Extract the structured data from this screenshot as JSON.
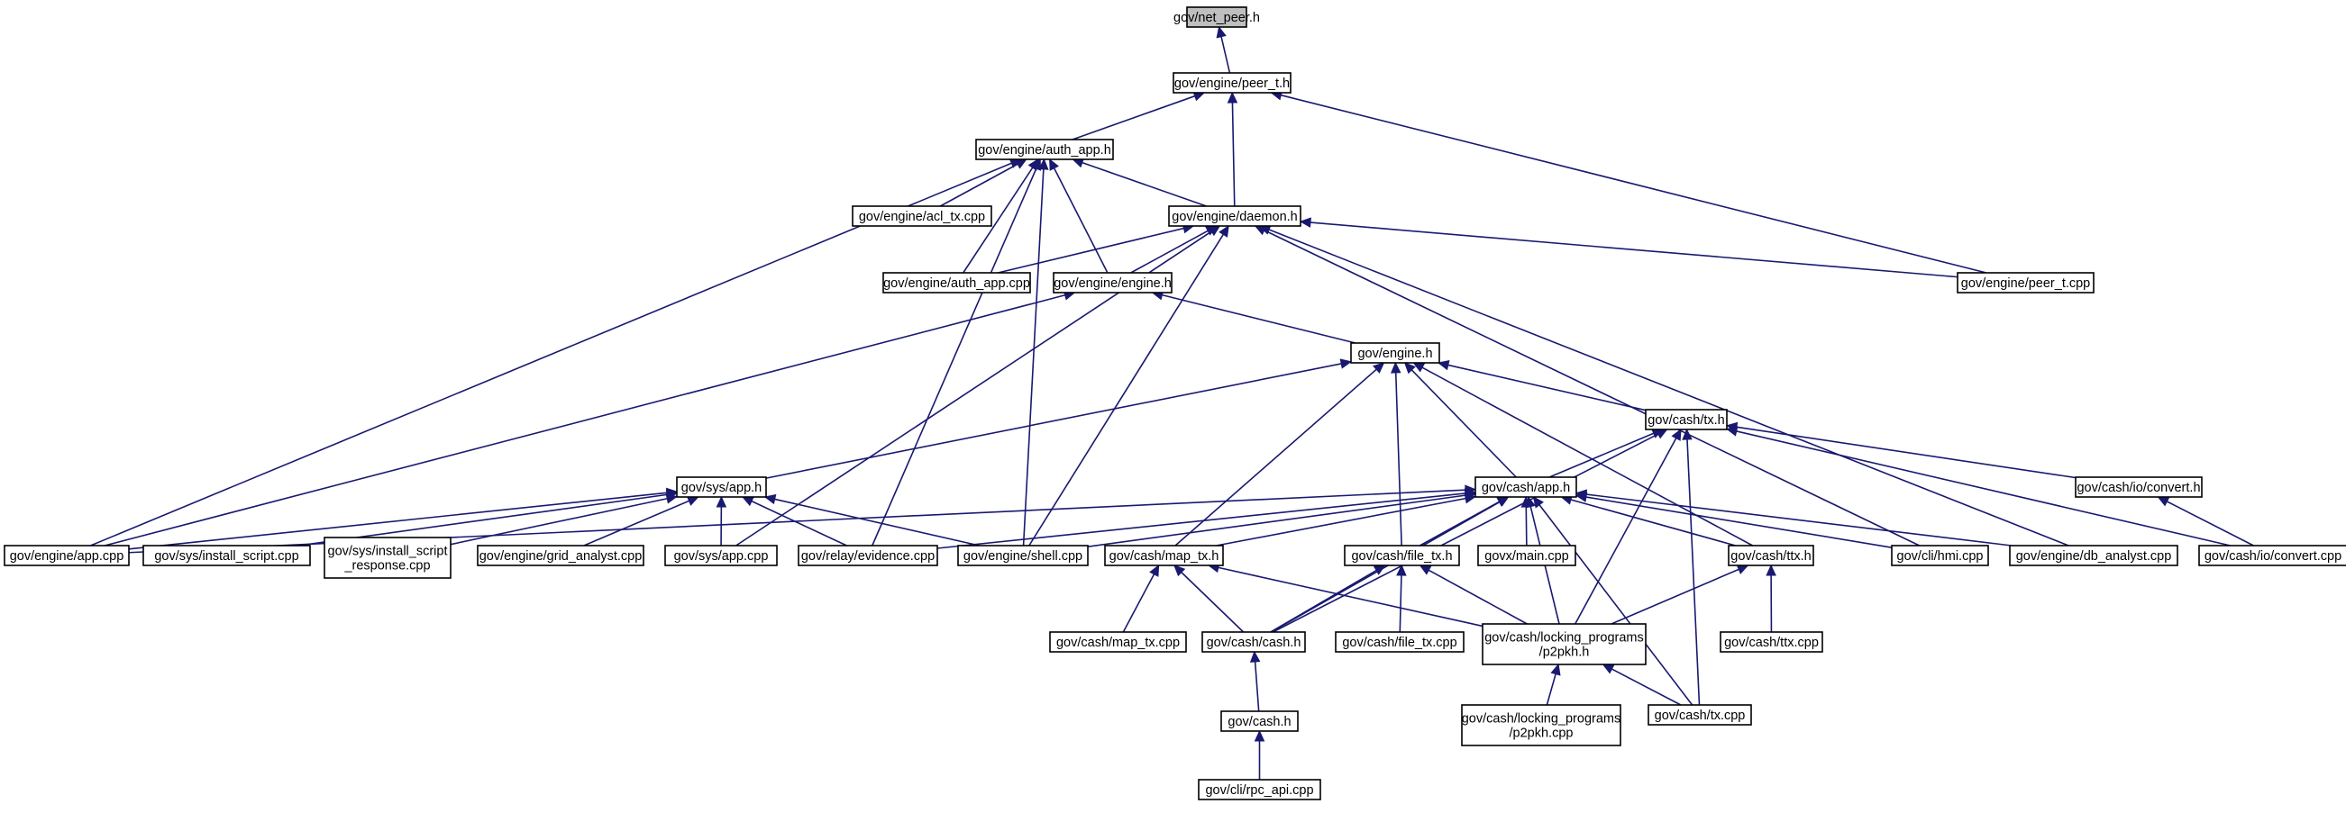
{
  "diagram": {
    "type": "include-dependency-graph",
    "colors": {
      "edge": "#191970",
      "root_fill": "#bfbfbf",
      "node_fill": "#ffffff",
      "node_border": "#000000"
    },
    "nodes": [
      {
        "id": "net_peer_h",
        "label": [
          "gov/net_peer.h"
        ],
        "root": true
      },
      {
        "id": "peer_t_h",
        "label": [
          "gov/engine/peer_t.h"
        ]
      },
      {
        "id": "auth_app_h",
        "label": [
          "gov/engine/auth_app.h"
        ]
      },
      {
        "id": "acl_tx_cpp",
        "label": [
          "gov/engine/acl_tx.cpp"
        ]
      },
      {
        "id": "daemon_h",
        "label": [
          "gov/engine/daemon.h"
        ]
      },
      {
        "id": "auth_app_cpp",
        "label": [
          "gov/engine/auth_app.cpp"
        ]
      },
      {
        "id": "engine_engine_h",
        "label": [
          "gov/engine/engine.h"
        ]
      },
      {
        "id": "peer_t_cpp",
        "label": [
          "gov/engine/peer_t.cpp"
        ]
      },
      {
        "id": "engine_h",
        "label": [
          "gov/engine.h"
        ]
      },
      {
        "id": "cash_tx_h",
        "label": [
          "gov/cash/tx.h"
        ]
      },
      {
        "id": "sys_app_h",
        "label": [
          "gov/sys/app.h"
        ]
      },
      {
        "id": "cash_app_h",
        "label": [
          "gov/cash/app.h"
        ]
      },
      {
        "id": "io_convert_h",
        "label": [
          "gov/cash/io/convert.h"
        ]
      },
      {
        "id": "engine_app_cpp",
        "label": [
          "gov/engine/app.cpp"
        ]
      },
      {
        "id": "install_script_cpp",
        "label": [
          "gov/sys/install_script.cpp"
        ]
      },
      {
        "id": "install_script_response_cpp",
        "label": [
          "gov/sys/install_script",
          "_response.cpp"
        ]
      },
      {
        "id": "grid_analyst_cpp",
        "label": [
          "gov/engine/grid_analyst.cpp"
        ]
      },
      {
        "id": "sys_app_cpp",
        "label": [
          "gov/sys/app.cpp"
        ]
      },
      {
        "id": "evidence_cpp",
        "label": [
          "gov/relay/evidence.cpp"
        ]
      },
      {
        "id": "shell_cpp",
        "label": [
          "gov/engine/shell.cpp"
        ]
      },
      {
        "id": "map_tx_h",
        "label": [
          "gov/cash/map_tx.h"
        ]
      },
      {
        "id": "file_tx_h",
        "label": [
          "gov/cash/file_tx.h"
        ]
      },
      {
        "id": "govx_main_cpp",
        "label": [
          "govx/main.cpp"
        ]
      },
      {
        "id": "ttx_h",
        "label": [
          "gov/cash/ttx.h"
        ]
      },
      {
        "id": "hmi_cpp",
        "label": [
          "gov/cli/hmi.cpp"
        ]
      },
      {
        "id": "db_analyst_cpp",
        "label": [
          "gov/engine/db_analyst.cpp"
        ]
      },
      {
        "id": "io_convert_cpp",
        "label": [
          "gov/cash/io/convert.cpp"
        ]
      },
      {
        "id": "map_tx_cpp",
        "label": [
          "gov/cash/map_tx.cpp"
        ]
      },
      {
        "id": "cash_cash_h",
        "label": [
          "gov/cash/cash.h"
        ]
      },
      {
        "id": "file_tx_cpp",
        "label": [
          "gov/cash/file_tx.cpp"
        ]
      },
      {
        "id": "p2pkh_h",
        "label": [
          "gov/cash/locking_programs",
          "/p2pkh.h"
        ]
      },
      {
        "id": "ttx_cpp",
        "label": [
          "gov/cash/ttx.cpp"
        ]
      },
      {
        "id": "cash_h",
        "label": [
          "gov/cash.h"
        ]
      },
      {
        "id": "p2pkh_cpp",
        "label": [
          "gov/cash/locking_programs",
          "/p2pkh.cpp"
        ]
      },
      {
        "id": "tx_cpp",
        "label": [
          "gov/cash/tx.cpp"
        ]
      },
      {
        "id": "rpc_api_cpp",
        "label": [
          "gov/cli/rpc_api.cpp"
        ]
      }
    ],
    "edges": [
      {
        "from": "peer_t_h",
        "to": "net_peer_h"
      },
      {
        "from": "auth_app_h",
        "to": "peer_t_h"
      },
      {
        "from": "daemon_h",
        "to": "peer_t_h"
      },
      {
        "from": "peer_t_cpp",
        "to": "peer_t_h"
      },
      {
        "from": "acl_tx_cpp",
        "to": "auth_app_h"
      },
      {
        "from": "daemon_h",
        "to": "auth_app_h"
      },
      {
        "from": "auth_app_cpp",
        "to": "auth_app_h"
      },
      {
        "from": "engine_engine_h",
        "to": "auth_app_h"
      },
      {
        "from": "engine_app_cpp",
        "to": "auth_app_h"
      },
      {
        "from": "shell_cpp",
        "to": "auth_app_h"
      },
      {
        "from": "evidence_cpp",
        "to": "auth_app_h"
      },
      {
        "from": "auth_app_cpp",
        "to": "daemon_h"
      },
      {
        "from": "engine_engine_h",
        "to": "daemon_h"
      },
      {
        "from": "peer_t_cpp",
        "to": "daemon_h"
      },
      {
        "from": "sys_app_cpp",
        "to": "daemon_h"
      },
      {
        "from": "shell_cpp",
        "to": "daemon_h"
      },
      {
        "from": "hmi_cpp",
        "to": "daemon_h"
      },
      {
        "from": "db_analyst_cpp",
        "to": "daemon_h"
      },
      {
        "from": "engine_h",
        "to": "engine_engine_h"
      },
      {
        "from": "engine_app_cpp",
        "to": "engine_engine_h"
      },
      {
        "from": "sys_app_h",
        "to": "engine_h"
      },
      {
        "from": "cash_tx_h",
        "to": "engine_h"
      },
      {
        "from": "cash_app_h",
        "to": "engine_h"
      },
      {
        "from": "map_tx_h",
        "to": "engine_h"
      },
      {
        "from": "file_tx_h",
        "to": "engine_h"
      },
      {
        "from": "ttx_h",
        "to": "engine_h"
      },
      {
        "from": "cash_app_h",
        "to": "cash_tx_h"
      },
      {
        "from": "io_convert_h",
        "to": "cash_tx_h"
      },
      {
        "from": "io_convert_cpp",
        "to": "cash_tx_h"
      },
      {
        "from": "p2pkh_h",
        "to": "cash_tx_h"
      },
      {
        "from": "tx_cpp",
        "to": "cash_tx_h"
      },
      {
        "from": "cash_cash_h",
        "to": "cash_tx_h"
      },
      {
        "from": "engine_app_cpp",
        "to": "sys_app_h"
      },
      {
        "from": "install_script_cpp",
        "to": "sys_app_h"
      },
      {
        "from": "install_script_response_cpp",
        "to": "sys_app_h"
      },
      {
        "from": "grid_analyst_cpp",
        "to": "sys_app_h"
      },
      {
        "from": "sys_app_cpp",
        "to": "sys_app_h"
      },
      {
        "from": "evidence_cpp",
        "to": "sys_app_h"
      },
      {
        "from": "shell_cpp",
        "to": "sys_app_h"
      },
      {
        "from": "engine_app_cpp",
        "to": "cash_app_h"
      },
      {
        "from": "evidence_cpp",
        "to": "cash_app_h"
      },
      {
        "from": "shell_cpp",
        "to": "cash_app_h"
      },
      {
        "from": "map_tx_h",
        "to": "cash_app_h"
      },
      {
        "from": "cash_cash_h",
        "to": "cash_app_h"
      },
      {
        "from": "file_tx_h",
        "to": "cash_app_h"
      },
      {
        "from": "govx_main_cpp",
        "to": "cash_app_h"
      },
      {
        "from": "p2pkh_h",
        "to": "cash_app_h"
      },
      {
        "from": "ttx_h",
        "to": "cash_app_h"
      },
      {
        "from": "hmi_cpp",
        "to": "cash_app_h"
      },
      {
        "from": "db_analyst_cpp",
        "to": "cash_app_h"
      },
      {
        "from": "tx_cpp",
        "to": "cash_app_h"
      },
      {
        "from": "io_convert_cpp",
        "to": "io_convert_h"
      },
      {
        "from": "map_tx_cpp",
        "to": "map_tx_h"
      },
      {
        "from": "cash_cash_h",
        "to": "map_tx_h"
      },
      {
        "from": "p2pkh_h",
        "to": "map_tx_h"
      },
      {
        "from": "cash_cash_h",
        "to": "file_tx_h"
      },
      {
        "from": "file_tx_cpp",
        "to": "file_tx_h"
      },
      {
        "from": "p2pkh_h",
        "to": "file_tx_h"
      },
      {
        "from": "p2pkh_h",
        "to": "ttx_h"
      },
      {
        "from": "ttx_cpp",
        "to": "ttx_h"
      },
      {
        "from": "cash_h",
        "to": "cash_cash_h"
      },
      {
        "from": "p2pkh_cpp",
        "to": "p2pkh_h"
      },
      {
        "from": "tx_cpp",
        "to": "p2pkh_h"
      },
      {
        "from": "rpc_api_cpp",
        "to": "cash_h"
      }
    ]
  }
}
